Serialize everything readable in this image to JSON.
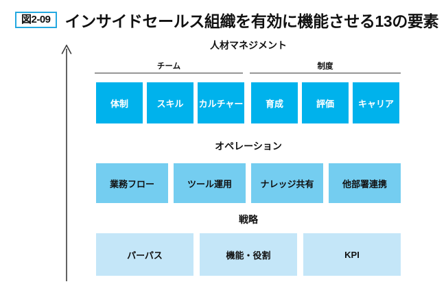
{
  "header": {
    "figure_badge": "図2-09",
    "title": "インサイドセールス組織を有効に機能させる13の要素"
  },
  "arrow": {
    "name": "upward-hierarchy-arrow",
    "direction": "up",
    "color": "#3a3a3a"
  },
  "colors": {
    "accent_border": "#23A8E0",
    "tier_hr": "#00b2ec",
    "tier_operations": "#74cdf0",
    "tier_strategy": "#c4e6f8",
    "text_dark": "#111111",
    "text_light": "#ffffff",
    "rule": "#3a3a3a"
  },
  "tiers": [
    {
      "id": "human-resource-management",
      "heading": "人材マネジメント",
      "subgroups": [
        {
          "id": "team",
          "label": "チーム"
        },
        {
          "id": "seido",
          "label": "制度"
        }
      ],
      "boxes": [
        {
          "label": "体制"
        },
        {
          "label": "スキル"
        },
        {
          "label": "カルチャー"
        },
        {
          "label": "育成"
        },
        {
          "label": "評価"
        },
        {
          "label": "キャリア"
        }
      ]
    },
    {
      "id": "operations",
      "heading": "オペレーション",
      "boxes": [
        {
          "label": "業務フロー"
        },
        {
          "label": "ツール運用"
        },
        {
          "label": "ナレッジ共有"
        },
        {
          "label": "他部署連携"
        }
      ]
    },
    {
      "id": "strategy",
      "heading": "戦略",
      "boxes": [
        {
          "label": "パーパス"
        },
        {
          "label": "機能・役割"
        },
        {
          "label": "KPI"
        }
      ]
    }
  ]
}
